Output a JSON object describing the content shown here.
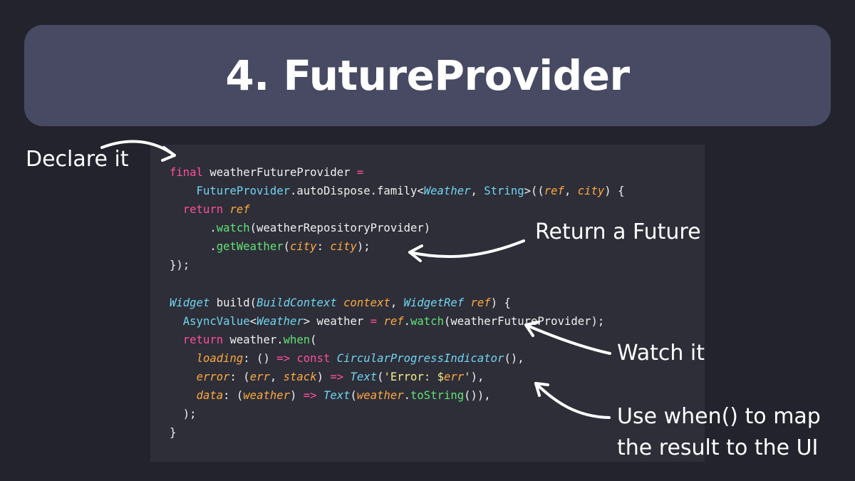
{
  "title": "4. FutureProvider",
  "annotations": {
    "declare": "Declare it",
    "return_future": "Return a Future",
    "watch": "Watch it",
    "use_when_line1": "Use when() to map",
    "use_when_line2": "the result to the UI"
  },
  "code": {
    "line1": {
      "t1": "final",
      "t2": " weatherFutureProvider ",
      "t3": "="
    },
    "line2": {
      "t1": "    FutureProvider",
      "t2": ".autoDispose.family<",
      "t3": "Weather",
      "t4": ", ",
      "t5": "String",
      "t6": ">((",
      "t7": "ref",
      "t8": ", ",
      "t9": "city",
      "t10": ") {"
    },
    "line3": {
      "t1": "  return",
      "t2": " ",
      "t3": "ref"
    },
    "line4": {
      "t1": "      .",
      "t2": "watch",
      "t3": "(weatherRepositoryProvider)"
    },
    "line5": {
      "t1": "      .",
      "t2": "getWeather",
      "t3": "(",
      "t4": "city",
      "t5": ": ",
      "t6": "city",
      "t7": ");"
    },
    "line6": {
      "t1": "});"
    },
    "line7": {
      "t1": ""
    },
    "line8": {
      "t1": "Widget",
      "t2": " build(",
      "t3": "BuildContext",
      "t4": " ",
      "t5": "context",
      "t6": ", ",
      "t7": "WidgetRef",
      "t8": " ",
      "t9": "ref",
      "t10": ") {"
    },
    "line9": {
      "t1": "  AsyncValue",
      "t2": "<",
      "t3": "Weather",
      "t4": "> weather ",
      "t5": "=",
      "t6": " ",
      "t7": "ref",
      "t8": ".",
      "t9": "watch",
      "t10": "(weatherFutureProvider);"
    },
    "line10": {
      "t1": "  return",
      "t2": " weather.",
      "t3": "when",
      "t4": "("
    },
    "line11": {
      "t1": "    ",
      "t2": "loading",
      "t3": ": () ",
      "t4": "=>",
      "t5": " ",
      "t6": "const",
      "t7": " ",
      "t8": "CircularProgressIndicator",
      "t9": "(),"
    },
    "line12": {
      "t1": "    ",
      "t2": "error",
      "t3": ": (",
      "t4": "err",
      "t5": ", ",
      "t6": "stack",
      "t7": ") ",
      "t8": "=>",
      "t9": " ",
      "t10": "Text",
      "t11": "(",
      "t12": "'Error: $",
      "t13": "err",
      "t14": "'",
      "t15": "),"
    },
    "line13": {
      "t1": "    ",
      "t2": "data",
      "t3": ": (",
      "t4": "weather",
      "t5": ") ",
      "t6": "=>",
      "t7": " ",
      "t8": "Text",
      "t9": "(",
      "t10": "weather",
      "t11": ".",
      "t12": "toString",
      "t13": "()),"
    },
    "line14": {
      "t1": "  );"
    },
    "line15": {
      "t1": "}"
    }
  }
}
